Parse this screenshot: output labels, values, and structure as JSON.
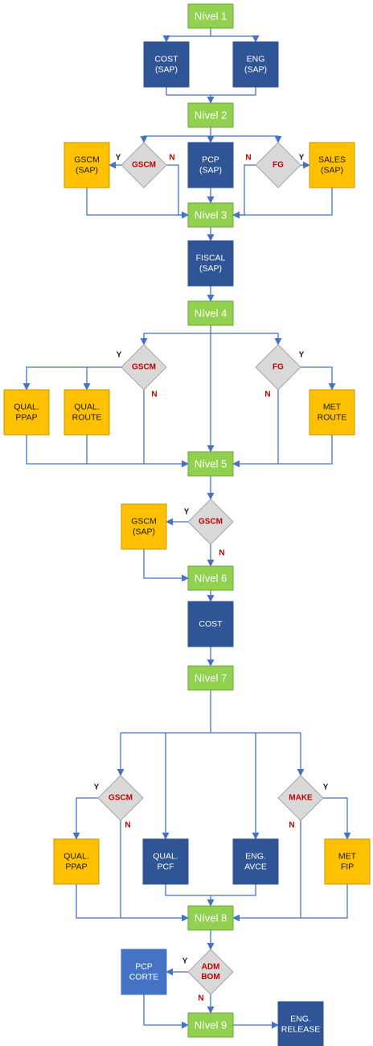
{
  "colors": {
    "level": "#92d050",
    "level_border": "#6ea83a",
    "system": "#2f5597",
    "system_light": "#4472c4",
    "quality": "#ffc000",
    "quality_border": "#c99700",
    "decision": "#d9d9d9",
    "decision_border": "#a6a6a6",
    "decision_text": "#c00000",
    "edge": "#4472c4",
    "answer_yes": "#1a1a1a",
    "answer_no": "#c00000"
  },
  "nodes": [
    {
      "id": "n1",
      "kind": "level",
      "lines": [
        "Nível 1"
      ]
    },
    {
      "id": "cost1",
      "kind": "system",
      "lines": [
        "COST",
        "(SAP)"
      ]
    },
    {
      "id": "eng1",
      "kind": "system",
      "lines": [
        "ENG",
        "(SAP)"
      ]
    },
    {
      "id": "n2",
      "kind": "level",
      "lines": [
        "Nível 2"
      ]
    },
    {
      "id": "gscm_sap1",
      "kind": "quality",
      "lines": [
        "GSCM",
        "(SAP)"
      ]
    },
    {
      "id": "d_gscm1",
      "kind": "decision",
      "lines": [
        "GSCM"
      ]
    },
    {
      "id": "pcp1",
      "kind": "system",
      "lines": [
        "PCP",
        "(SAP)"
      ]
    },
    {
      "id": "d_fg1",
      "kind": "decision",
      "lines": [
        "FG"
      ]
    },
    {
      "id": "sales1",
      "kind": "quality",
      "lines": [
        "SALES",
        "(SAP)"
      ]
    },
    {
      "id": "n3",
      "kind": "level",
      "lines": [
        "Nível 3"
      ]
    },
    {
      "id": "fiscal",
      "kind": "system",
      "lines": [
        "FISCAL",
        "(SAP)"
      ]
    },
    {
      "id": "n4",
      "kind": "level",
      "lines": [
        "Nível 4"
      ]
    },
    {
      "id": "d_gscm2",
      "kind": "decision",
      "lines": [
        "GSCM"
      ]
    },
    {
      "id": "d_fg2",
      "kind": "decision",
      "lines": [
        "FG"
      ]
    },
    {
      "id": "qual_ppap1",
      "kind": "quality",
      "lines": [
        "QUAL.",
        "PPAP"
      ]
    },
    {
      "id": "qual_route",
      "kind": "quality",
      "lines": [
        "QUAL.",
        "ROUTE"
      ]
    },
    {
      "id": "met_route",
      "kind": "quality",
      "lines": [
        "MET",
        "ROUTE"
      ]
    },
    {
      "id": "n5",
      "kind": "level",
      "lines": [
        "Nível 5"
      ]
    },
    {
      "id": "gscm_sap2",
      "kind": "quality",
      "lines": [
        "GSCM",
        "(SAP)"
      ]
    },
    {
      "id": "d_gscm3",
      "kind": "decision",
      "lines": [
        "GSCM"
      ]
    },
    {
      "id": "n6",
      "kind": "level",
      "lines": [
        "Nível 6"
      ]
    },
    {
      "id": "cost2",
      "kind": "system",
      "lines": [
        "COST"
      ]
    },
    {
      "id": "n7",
      "kind": "level",
      "lines": [
        "Nível 7"
      ]
    },
    {
      "id": "d_gscm4",
      "kind": "decision",
      "lines": [
        "GSCM"
      ]
    },
    {
      "id": "d_make",
      "kind": "decision",
      "lines": [
        "MAKE"
      ]
    },
    {
      "id": "qual_ppap2",
      "kind": "quality",
      "lines": [
        "QUAL.",
        "PPAP"
      ]
    },
    {
      "id": "qual_pcf",
      "kind": "system",
      "lines": [
        "QUAL.",
        "PCF"
      ]
    },
    {
      "id": "eng_avce",
      "kind": "system",
      "lines": [
        "ENG.",
        "AVCE"
      ]
    },
    {
      "id": "met_fip",
      "kind": "quality",
      "lines": [
        "MET",
        "FIP"
      ]
    },
    {
      "id": "n8",
      "kind": "level",
      "lines": [
        "Nível 8"
      ]
    },
    {
      "id": "pcp_corte",
      "kind": "system_light",
      "lines": [
        "PCP",
        "CORTE"
      ]
    },
    {
      "id": "d_adm_bom",
      "kind": "decision",
      "lines": [
        "ADM",
        "BOM"
      ]
    },
    {
      "id": "n9",
      "kind": "level",
      "lines": [
        "Nível 9"
      ]
    },
    {
      "id": "eng_release",
      "kind": "system",
      "lines": [
        "ENG.",
        "RELEASE"
      ]
    }
  ],
  "answers": [
    {
      "id": "a_gscm1_y",
      "text": "Y",
      "type": "yes"
    },
    {
      "id": "a_gscm1_n",
      "text": "N",
      "type": "no"
    },
    {
      "id": "a_fg1_n",
      "text": "N",
      "type": "no"
    },
    {
      "id": "a_fg1_y",
      "text": "Y",
      "type": "yes"
    },
    {
      "id": "a_gscm2_y",
      "text": "Y",
      "type": "yes"
    },
    {
      "id": "a_gscm2_n",
      "text": "N",
      "type": "no"
    },
    {
      "id": "a_fg2_y",
      "text": "Y",
      "type": "yes"
    },
    {
      "id": "a_fg2_n",
      "text": "N",
      "type": "no"
    },
    {
      "id": "a_gscm3_y",
      "text": "Y",
      "type": "yes"
    },
    {
      "id": "a_gscm3_n",
      "text": "N",
      "type": "no"
    },
    {
      "id": "a_gscm4_y",
      "text": "Y",
      "type": "yes"
    },
    {
      "id": "a_gscm4_n",
      "text": "N",
      "type": "no"
    },
    {
      "id": "a_make_y",
      "text": "Y",
      "type": "yes"
    },
    {
      "id": "a_make_n",
      "text": "N",
      "type": "no"
    },
    {
      "id": "a_adm_y",
      "text": "Y",
      "type": "yes"
    },
    {
      "id": "a_adm_n",
      "text": "N",
      "type": "no"
    }
  ]
}
